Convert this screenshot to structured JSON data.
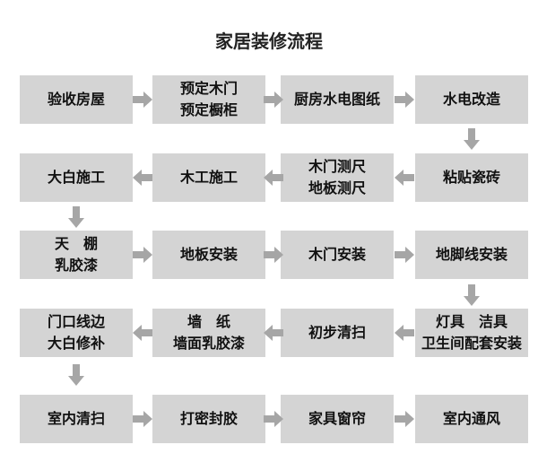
{
  "title": "家居装修流程",
  "arrow_color": "#a6a6a6",
  "box_color": "#d4d4d4",
  "steps": [
    {
      "id": "s1",
      "lines": [
        "验收房屋"
      ]
    },
    {
      "id": "s2",
      "lines": [
        "预定木门",
        "预定橱柜"
      ]
    },
    {
      "id": "s3",
      "lines": [
        "厨房水电图纸"
      ]
    },
    {
      "id": "s4",
      "lines": [
        "水电改造"
      ]
    },
    {
      "id": "s5",
      "lines": [
        "粘贴瓷砖"
      ]
    },
    {
      "id": "s6",
      "lines": [
        "木门测尺",
        "地板测尺"
      ]
    },
    {
      "id": "s7",
      "lines": [
        "木工施工"
      ]
    },
    {
      "id": "s8",
      "lines": [
        "大白施工"
      ]
    },
    {
      "id": "s9",
      "lines": [
        "天　棚",
        "乳胶漆"
      ]
    },
    {
      "id": "s10",
      "lines": [
        "地板安装"
      ]
    },
    {
      "id": "s11",
      "lines": [
        "木门安装"
      ]
    },
    {
      "id": "s12",
      "lines": [
        "地脚线安装"
      ]
    },
    {
      "id": "s13",
      "lines": [
        "灯具　洁具",
        "卫生间配套安装"
      ]
    },
    {
      "id": "s14",
      "lines": [
        "初步清扫"
      ]
    },
    {
      "id": "s15",
      "lines": [
        "墙　纸",
        "墙面乳胶漆"
      ]
    },
    {
      "id": "s16",
      "lines": [
        "门口线边",
        "大白修补"
      ]
    },
    {
      "id": "s17",
      "lines": [
        "室内清扫"
      ]
    },
    {
      "id": "s18",
      "lines": [
        "打密封胶"
      ]
    },
    {
      "id": "s19",
      "lines": [
        "家具窗帘"
      ]
    },
    {
      "id": "s20",
      "lines": [
        "室内通风"
      ]
    }
  ]
}
